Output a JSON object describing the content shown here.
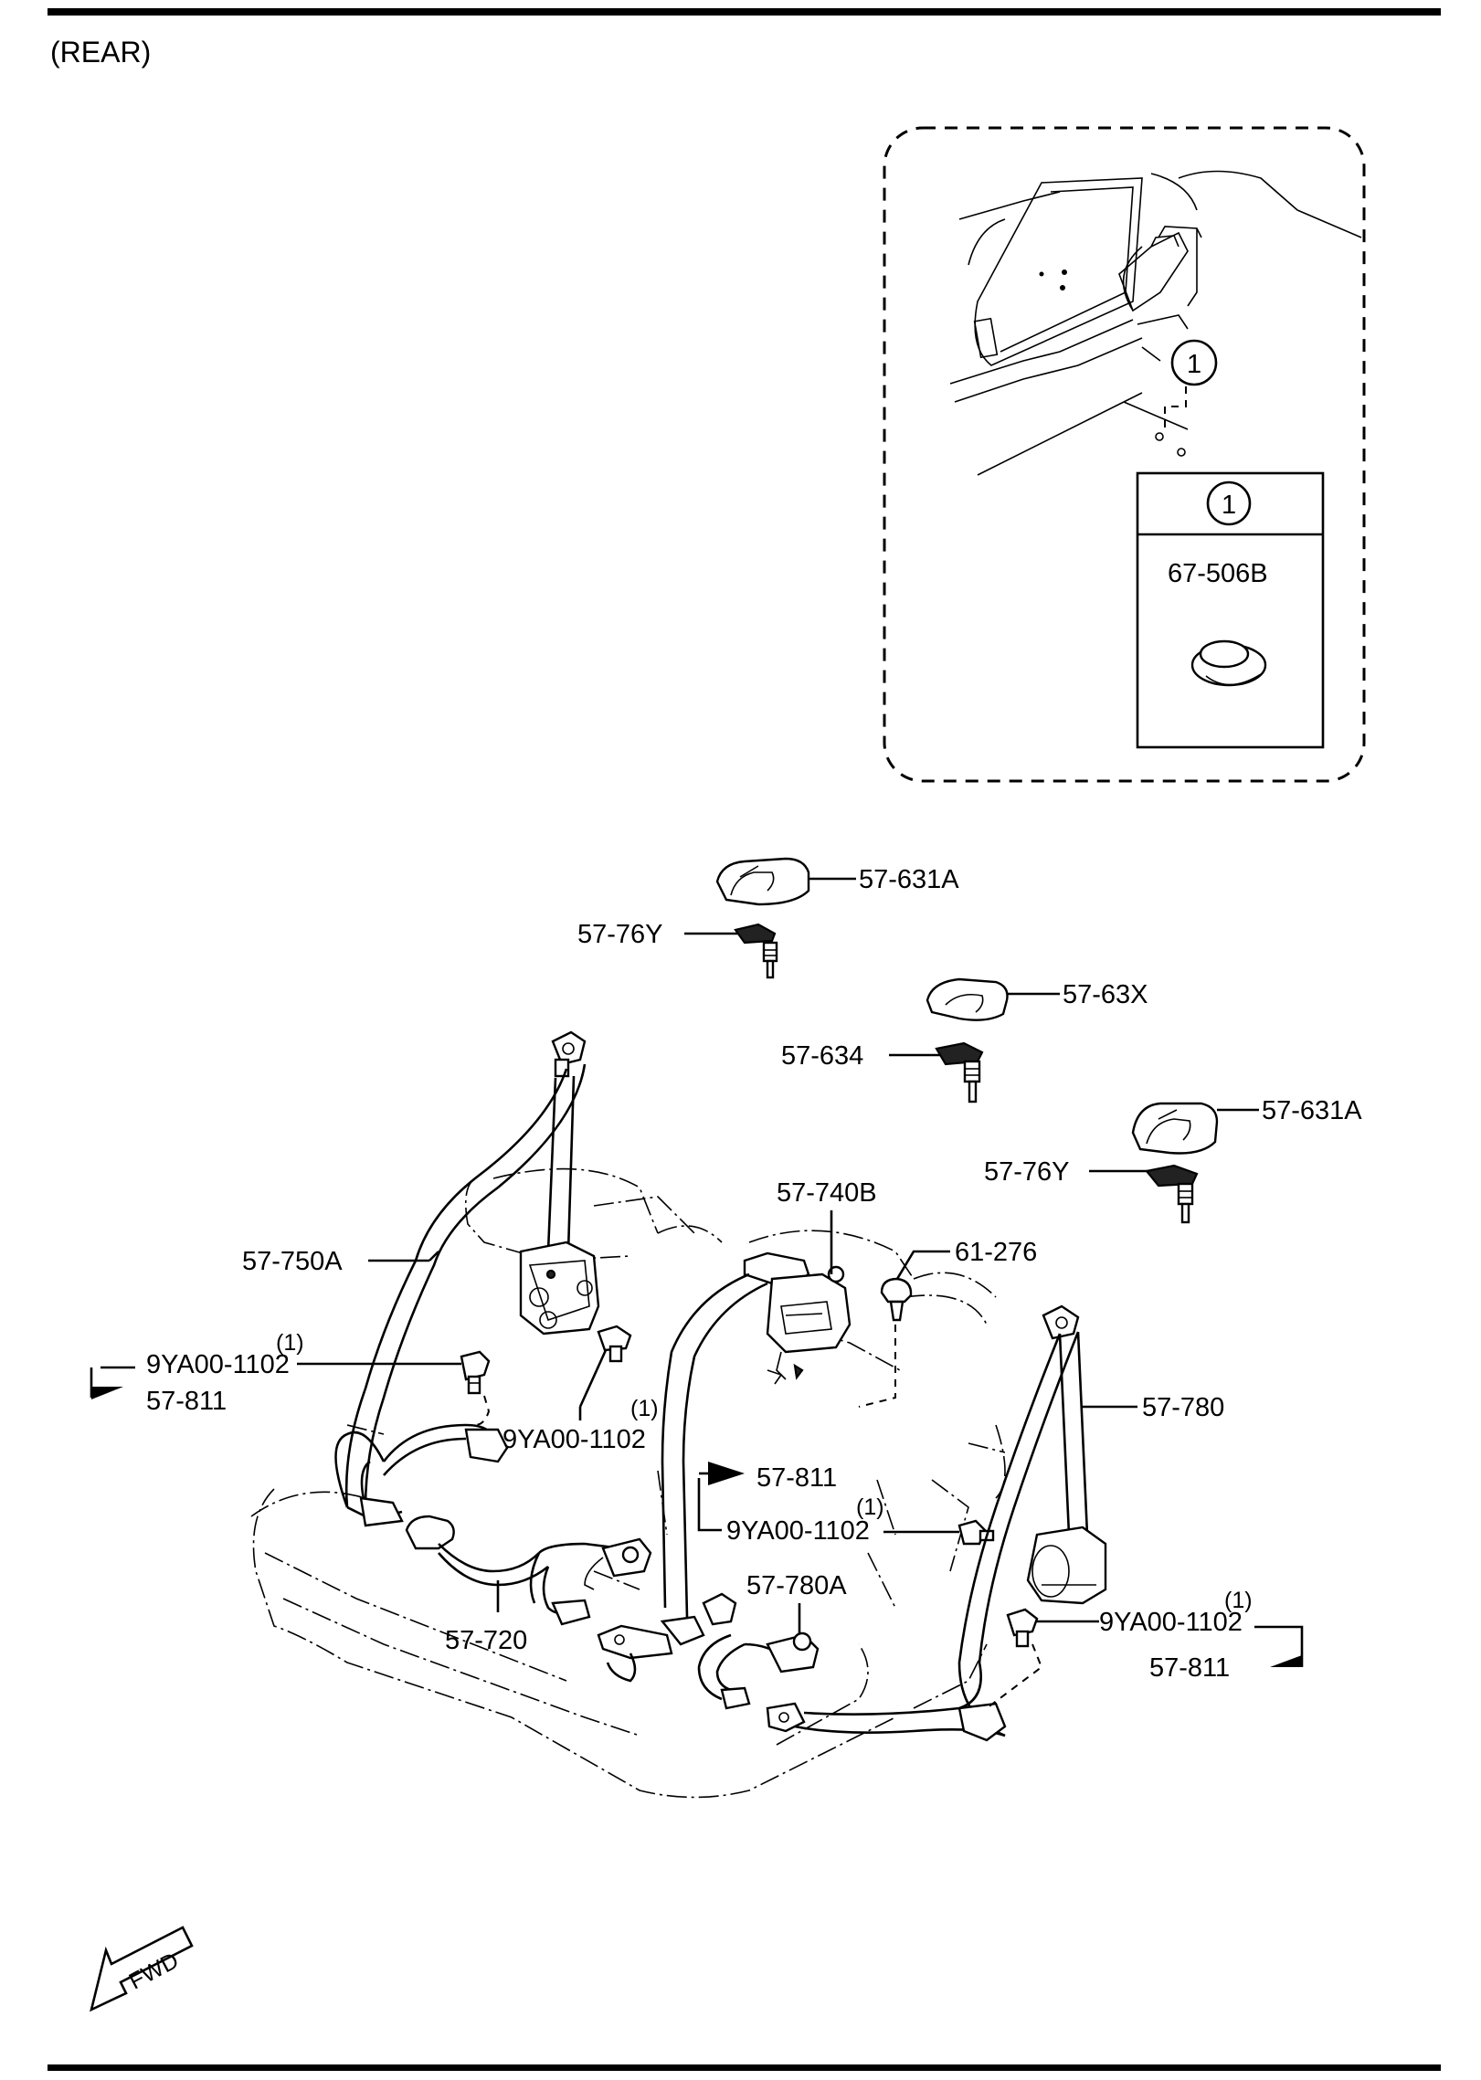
{
  "header": {
    "view_label": "(REAR)"
  },
  "inset": {
    "callout_symbol": "1",
    "table_symbol": "1",
    "part_number": "67-506B"
  },
  "labels": {
    "p57_631A_top": "57-631A",
    "p57_76Y_top": "57-76Y",
    "p57_63X": "57-63X",
    "p57_634": "57-634",
    "p57_631A_right": "57-631A",
    "p57_76Y_right": "57-76Y",
    "p57_740B": "57-740B",
    "p61_276": "61-276",
    "p57_750A": "57-750A",
    "qty_left": "(1)",
    "p9YA00_left": "9YA00-1102",
    "p57_811_left": "57-811",
    "qty_mid": "(1)",
    "p9YA00_mid": "9YA00-1102",
    "p57_780": "57-780",
    "p57_811_center": "57-811",
    "qty_center": "(1)",
    "p9YA00_center": "9YA00-1102",
    "p57_780A": "57-780A",
    "qty_right": "(1)",
    "p9YA00_right": "9YA00-1102",
    "p57_811_right": "57-811",
    "p57_720": "57-720"
  },
  "footer": {
    "fwd_label": "FWD"
  }
}
